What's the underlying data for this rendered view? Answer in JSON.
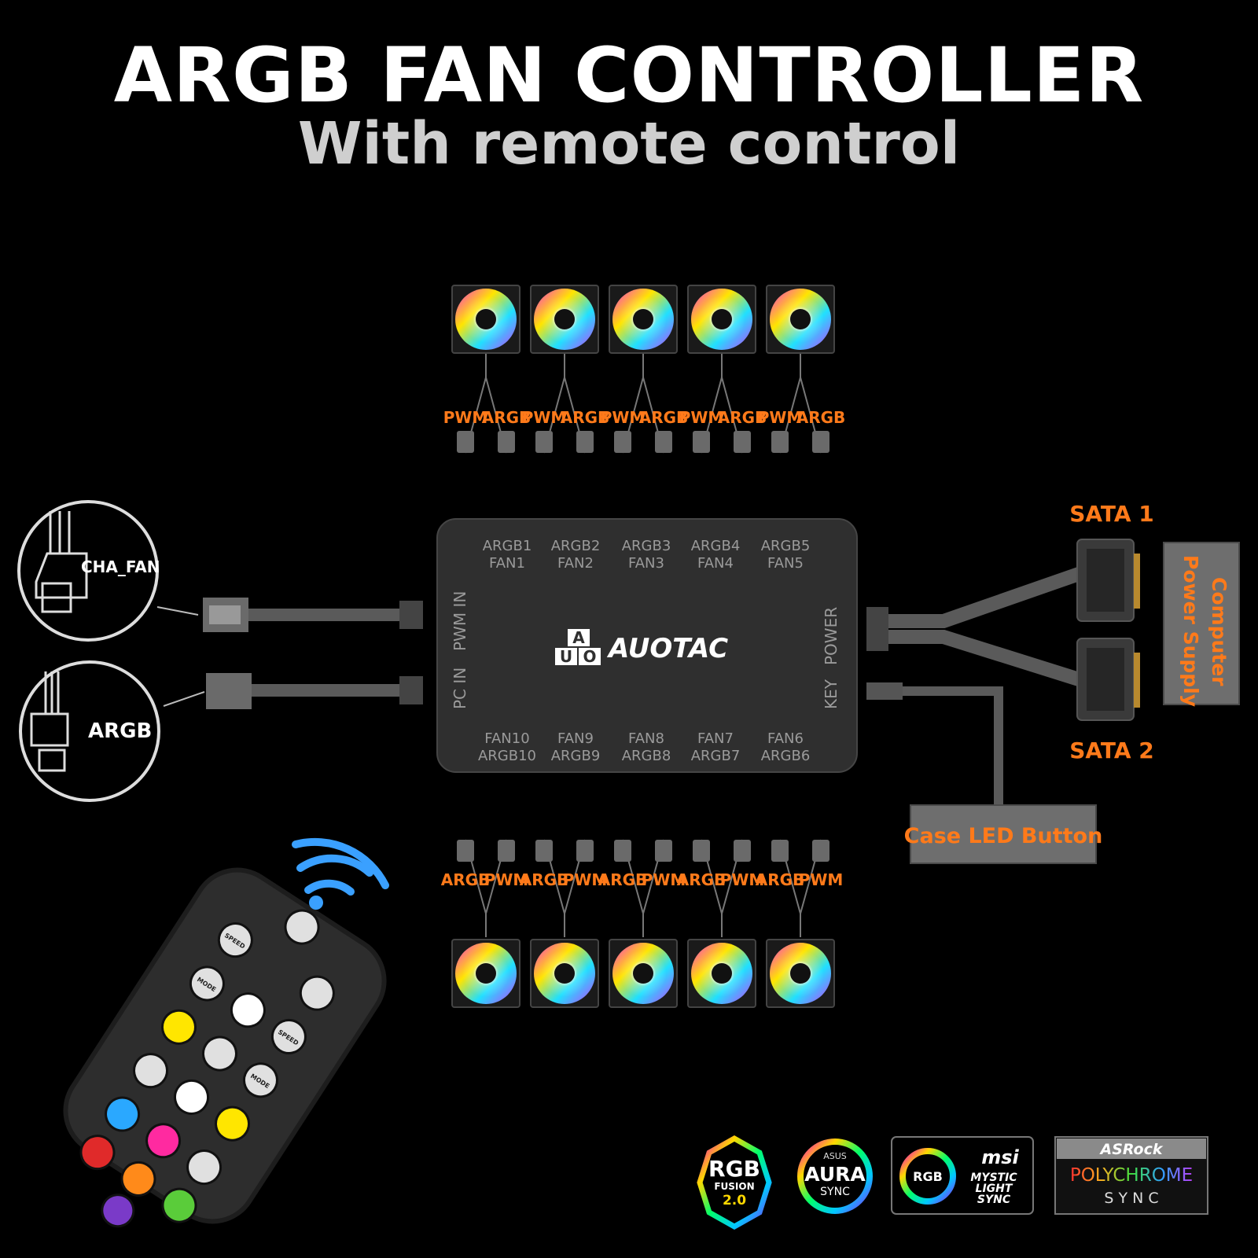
{
  "header": {
    "title": "ARGB FAN CONTROLLER",
    "subtitle": "With remote control"
  },
  "colors": {
    "background": "#000000",
    "accent_orange": "#ff7a1a",
    "hub": "#2f2f2f",
    "cable": "#5a5a5a"
  },
  "hub": {
    "brand": "AUOTAC",
    "logo_letters": [
      "A",
      "U",
      "O"
    ],
    "top_ports": [
      {
        "argb": "ARGB1",
        "fan": "FAN1"
      },
      {
        "argb": "ARGB2",
        "fan": "FAN2"
      },
      {
        "argb": "ARGB3",
        "fan": "FAN3"
      },
      {
        "argb": "ARGB4",
        "fan": "FAN4"
      },
      {
        "argb": "ARGB5",
        "fan": "FAN5"
      }
    ],
    "bottom_ports": [
      {
        "fan": "FAN10",
        "argb": "ARGB10"
      },
      {
        "fan": "FAN9",
        "argb": "ARGB9"
      },
      {
        "fan": "FAN8",
        "argb": "ARGB8"
      },
      {
        "fan": "FAN7",
        "argb": "ARGB7"
      },
      {
        "fan": "FAN6",
        "argb": "ARGB6"
      }
    ],
    "left_labels": {
      "pwm_in": "PWM IN",
      "pc_in": "PC IN"
    },
    "right_labels": {
      "power": "POWER",
      "key": "KEY"
    }
  },
  "top_connector_labels": [
    "PWM",
    "ARGB",
    "PWM",
    "ARGB",
    "PWM",
    "ARGB",
    "PWM",
    "ARGB",
    "PWM",
    "ARGB"
  ],
  "bottom_connector_labels": [
    "ARGB",
    "PWM",
    "ARGB",
    "PWM",
    "ARGB",
    "PWM",
    "ARGB",
    "PWM",
    "ARGB",
    "PWM"
  ],
  "motherboard_headers": {
    "cha_fan": "CHA_FAN",
    "argb": "ARGB"
  },
  "power": {
    "sata1": "SATA 1",
    "sata2": "SATA 2",
    "psu": "Computer Power Supply",
    "psu_lines": [
      "Computer",
      "Power Supply"
    ]
  },
  "case_button": "Case LED Button",
  "sync_logos": {
    "gigabyte_top": "RGB",
    "gigabyte_mid": "FUSION",
    "gigabyte_ver": "2.0",
    "asus_brand": "ASUS",
    "asus_main": "AURA",
    "asus_sync": "SYNC",
    "msi_rgb": "RGB",
    "msi_brand": "msi",
    "msi_lines": [
      "MYSTIC",
      "LIGHT",
      "SYNC"
    ],
    "asrock_brand": "ASRock",
    "asrock_main": "POLYCHROME",
    "asrock_sync": "S Y N C"
  },
  "remote": {
    "buttons": [
      "MODE",
      "SPEED",
      "MODE",
      "SPEED"
    ]
  }
}
